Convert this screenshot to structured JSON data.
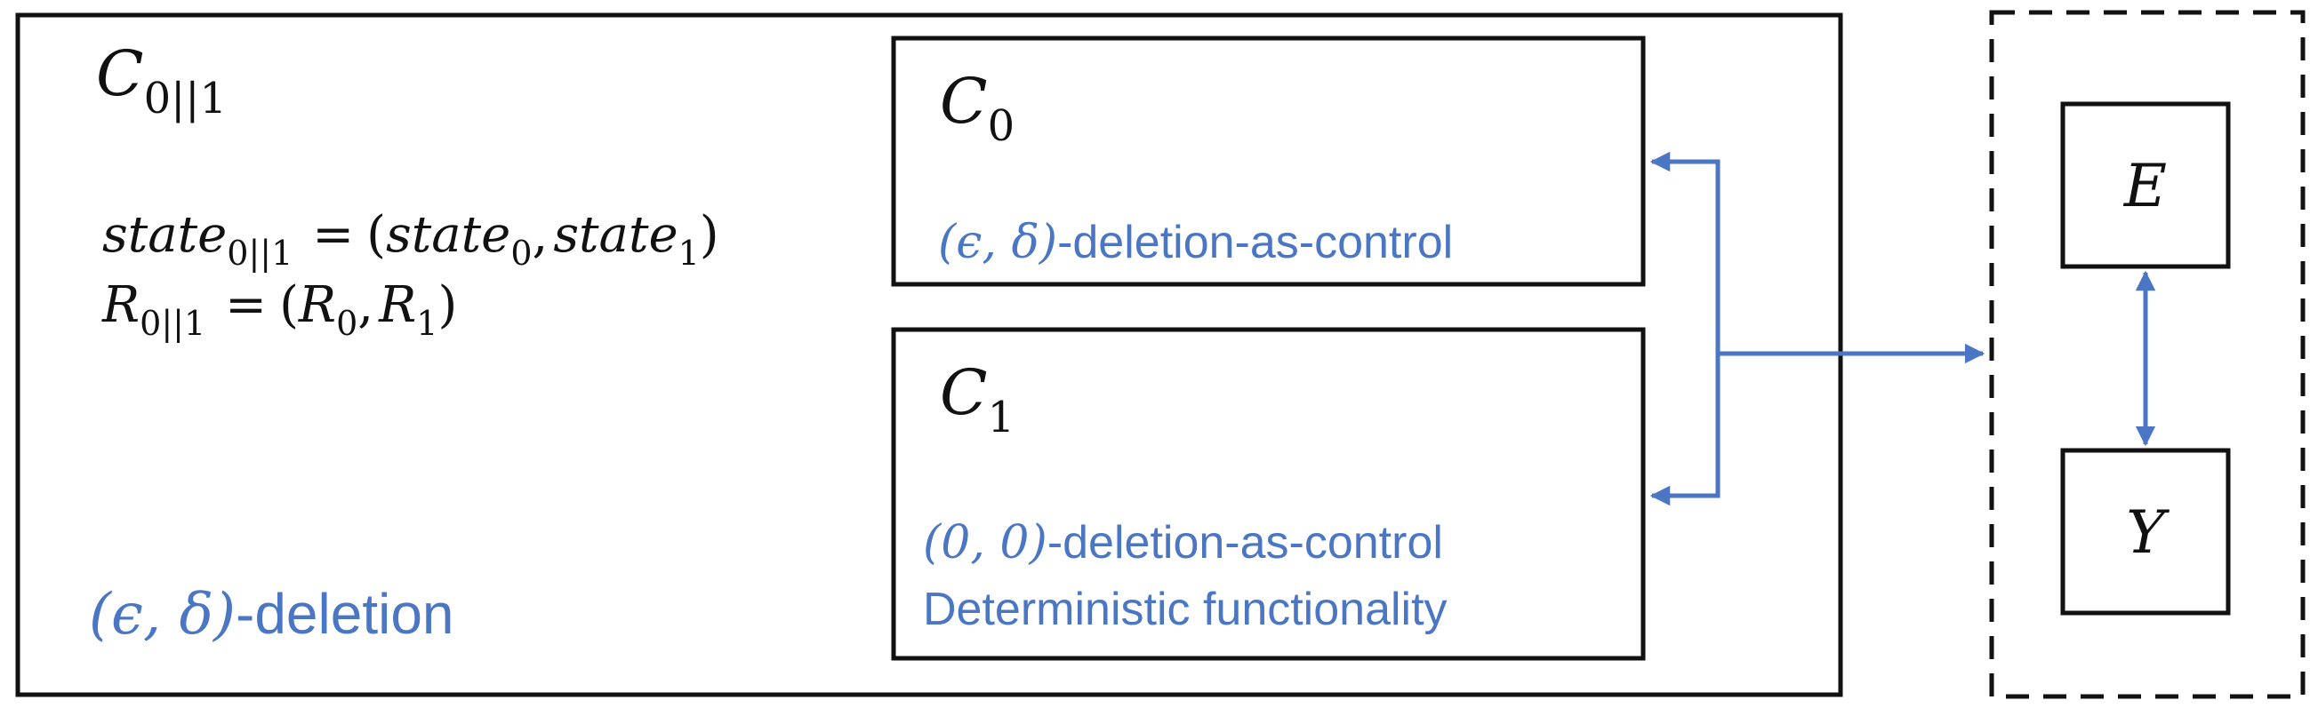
{
  "outer_box": {
    "title": {
      "base": "C",
      "sub": "0||1"
    },
    "state_eq": {
      "lhs_base": "state",
      "lhs_sub": "0||1",
      "eq": "=",
      "open": "(",
      "t1_base": "state",
      "t1_sub": "0",
      "comma": ",",
      "t2_base": "state",
      "t2_sub": "1",
      "close": ")"
    },
    "r_eq": {
      "lhs_base": "R",
      "lhs_sub": "0||1",
      "eq": "=",
      "open": "(",
      "t1_base": "R",
      "t1_sub": "0",
      "comma": ",",
      "t2_base": "R",
      "t2_sub": "1",
      "close": ")"
    },
    "property": {
      "prefix": "(ϵ, δ)",
      "suffix": "-deletion"
    }
  },
  "c0_box": {
    "title": {
      "base": "C",
      "sub": "0"
    },
    "property": {
      "prefix": "(ϵ, δ)",
      "suffix": "-deletion-as-control"
    }
  },
  "c1_box": {
    "title": {
      "base": "C",
      "sub": "1"
    },
    "property_1": {
      "prefix": "(0, 0)",
      "suffix": "-deletion-as-control"
    },
    "property_2": "Deterministic functionality"
  },
  "env_box": {
    "e_label": "E",
    "y_label": "Y"
  },
  "colors": {
    "accent": "#4a76c4",
    "ink": "#111111"
  }
}
